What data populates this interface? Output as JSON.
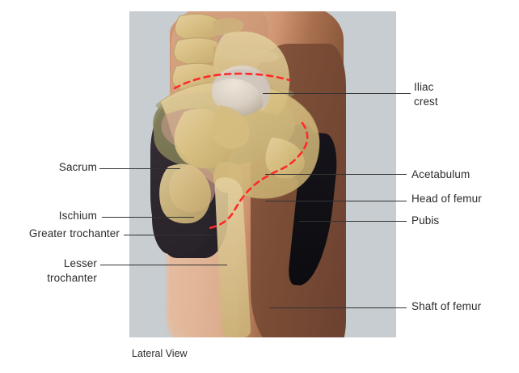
{
  "figure": {
    "caption": "Lateral View",
    "panel": {
      "background_color": "#c7cdd0",
      "highlight_color": "#ff2a2a",
      "bone_color": "#d9c183"
    }
  },
  "labels": {
    "left": [
      {
        "id": "sacrum",
        "text": "Sacrum",
        "lines": [
          "Sacrum"
        ]
      },
      {
        "id": "ischium",
        "text": "Ischium",
        "lines": [
          "Ischium"
        ]
      },
      {
        "id": "greater-trochanter",
        "text": "Greater trochanter",
        "lines": [
          "Greater trochanter"
        ]
      },
      {
        "id": "lesser-trochanter",
        "text": "Lesser trochanter",
        "lines": [
          "Lesser",
          "trochanter"
        ]
      }
    ],
    "right": [
      {
        "id": "iliac-crest",
        "text": "Iliac crest",
        "lines": [
          "Iliac",
          "crest"
        ]
      },
      {
        "id": "acetabulum",
        "text": "Acetabulum",
        "lines": [
          "Acetabulum"
        ]
      },
      {
        "id": "head-of-femur",
        "text": "Head of femur",
        "lines": [
          "Head of femur"
        ]
      },
      {
        "id": "pubis",
        "text": "Pubis",
        "lines": [
          "Pubis"
        ]
      },
      {
        "id": "shaft-of-femur",
        "text": "Shaft of femur",
        "lines": [
          "Shaft of femur"
        ]
      }
    ]
  },
  "text": {
    "sacrum": "Sacrum",
    "ischium": "Ischium",
    "greater_trochanter": "Greater trochanter",
    "lesser_trochanter_1": "Lesser",
    "lesser_trochanter_2": "trochanter",
    "iliac_crest_1": "Iliac",
    "iliac_crest_2": "crest",
    "acetabulum": "Acetabulum",
    "head_of_femur": "Head of femur",
    "pubis": "Pubis",
    "shaft_of_femur": "Shaft of femur",
    "lateral_view": "Lateral View"
  }
}
